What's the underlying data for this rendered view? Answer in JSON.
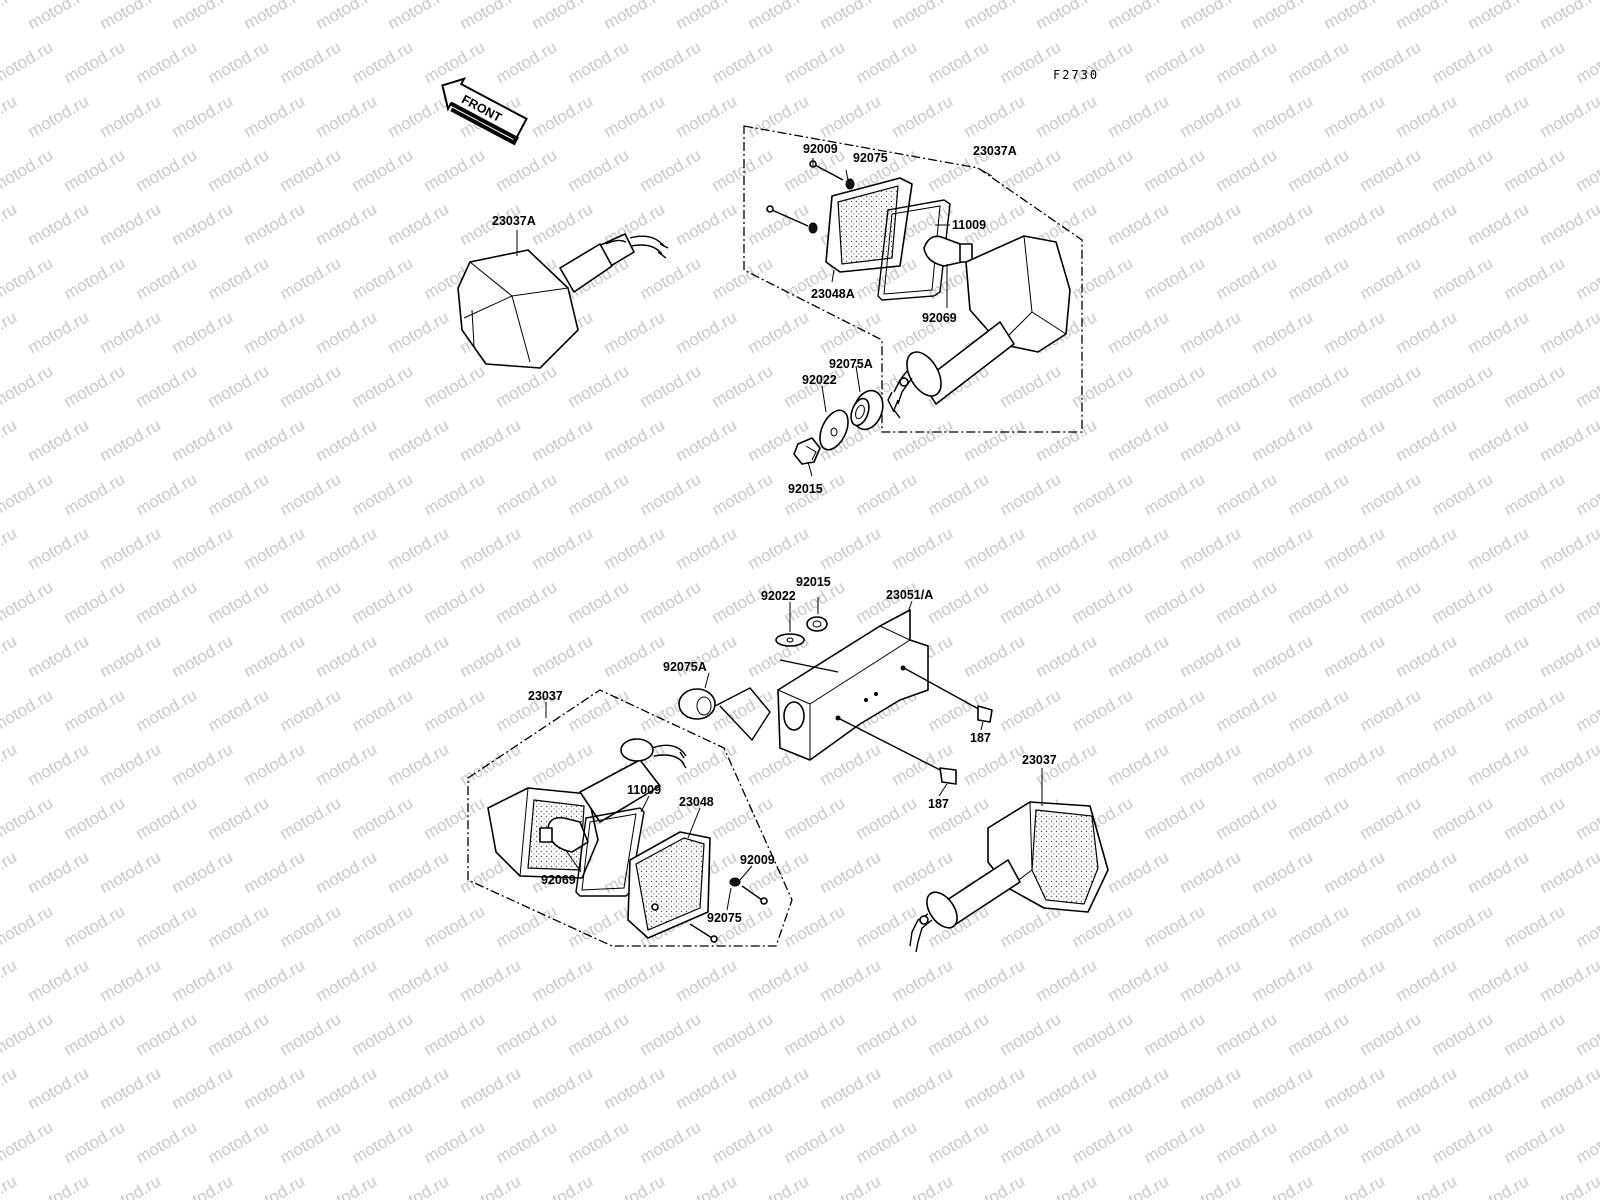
{
  "diagram": {
    "code": "F2730",
    "front_label": "FRONT",
    "watermark": "motod.ru",
    "callouts": {
      "lamp_top_left": "23037A",
      "top_assembly": "23037A",
      "top_screw": "92009",
      "top_washer": "92075",
      "top_gasket": "11009",
      "top_lens": "23048A",
      "top_bulb": "92069",
      "top_grommet": "92075A",
      "top_plate_washer": "92022",
      "top_nut": "92015",
      "bracket": "23051/A",
      "mid_nut": "92015",
      "mid_plate_washer": "92022",
      "mid_grommet": "92075A",
      "bottom_assembly": "23037",
      "bottom_gasket": "11009",
      "bottom_lens": "23048",
      "bottom_screw": "92009",
      "bottom_bulb": "92069",
      "bottom_washer": "92075",
      "bolt_right": "187",
      "bolt_lower": "187",
      "lamp_bottom_right": "23037"
    }
  }
}
